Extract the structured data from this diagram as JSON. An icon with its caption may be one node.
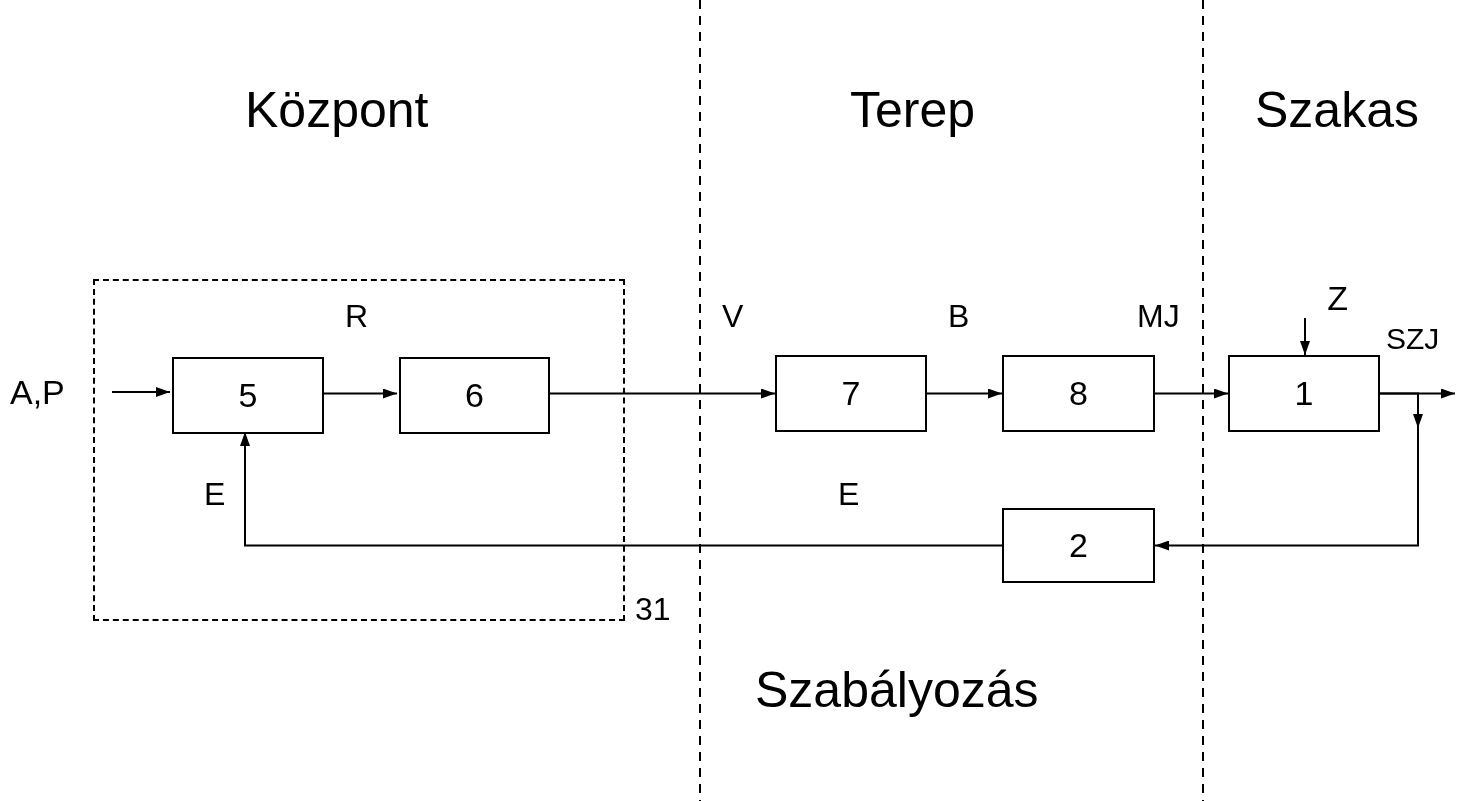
{
  "diagram": {
    "nodes": [
      {
        "text": [
          "A,P"
        ]
      },
      {
        "text": [],
        "shape": "box",
        "beside": [
          "31"
        ]
      },
      {
        "text": [
          "5"
        ],
        "in": 1
      },
      {
        "text": [
          "6"
        ],
        "in": 1
      },
      {
        "text": [
          "7"
        ]
      },
      {
        "text": [
          "8"
        ]
      },
      {
        "text": [
          "Z"
        ]
      },
      {
        "text": [
          "1"
        ]
      },
      {
        "text": [
          "2"
        ]
      }
    ],
    "edges": [
      {
        "from": 0,
        "to": 2,
        "arrow": "to"
      },
      {
        "from": 2,
        "to": 3,
        "arrow": "to"
      },
      {
        "from": 3,
        "to": 4,
        "arrow": "to"
      },
      {
        "from": 4,
        "to": 5,
        "arrow": "to"
      },
      {
        "from": 5,
        "to": 7,
        "arrow": "to"
      },
      {
        "from": 6,
        "to": 7,
        "arrow": "to"
      },
      {
        "from": 7,
        "to": null,
        "arrow": "to"
      },
      {
        "from": 7,
        "to": 8,
        "arrow": "to"
      },
      {
        "from": 8,
        "to": 2,
        "arrow": "to"
      }
    ],
    "labels": [
      "Központ",
      "Terep",
      "Szakas",
      "R",
      "V",
      "B",
      "MJ",
      "SZJ",
      "E",
      "E",
      "Szabályozás"
    ]
  }
}
